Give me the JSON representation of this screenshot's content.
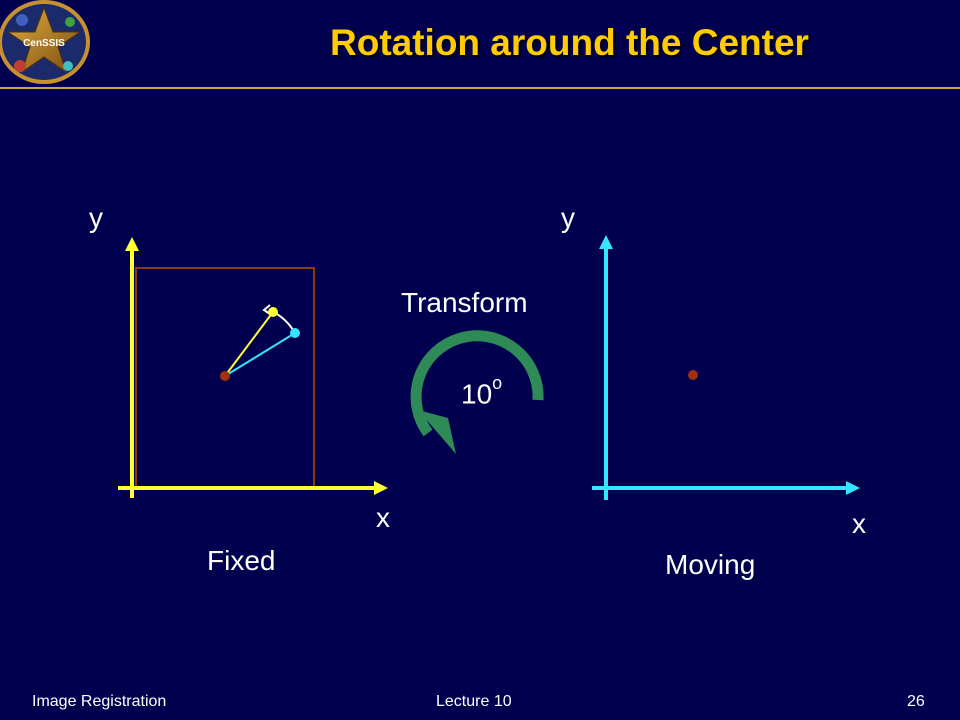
{
  "slide": {
    "title": "Rotation around the Center",
    "logo_text": "CenSSIS",
    "transform_label": "Transform",
    "angle_value": "10",
    "angle_unit": "o",
    "fixed": {
      "x_label": "x",
      "y_label": "y",
      "caption": "Fixed"
    },
    "moving": {
      "x_label": "x",
      "y_label": "y",
      "caption": "Moving"
    }
  },
  "footer": {
    "left": "Image Registration",
    "center": "Lecture 10",
    "page": "26"
  },
  "colors": {
    "background": "#00004f",
    "title": "#ffcc00",
    "fixed_axis": "#ffff33",
    "moving_axis": "#33e5ff",
    "frame": "#8b3a10",
    "center_point": "#a03010",
    "arrow": "#2e8b57"
  }
}
